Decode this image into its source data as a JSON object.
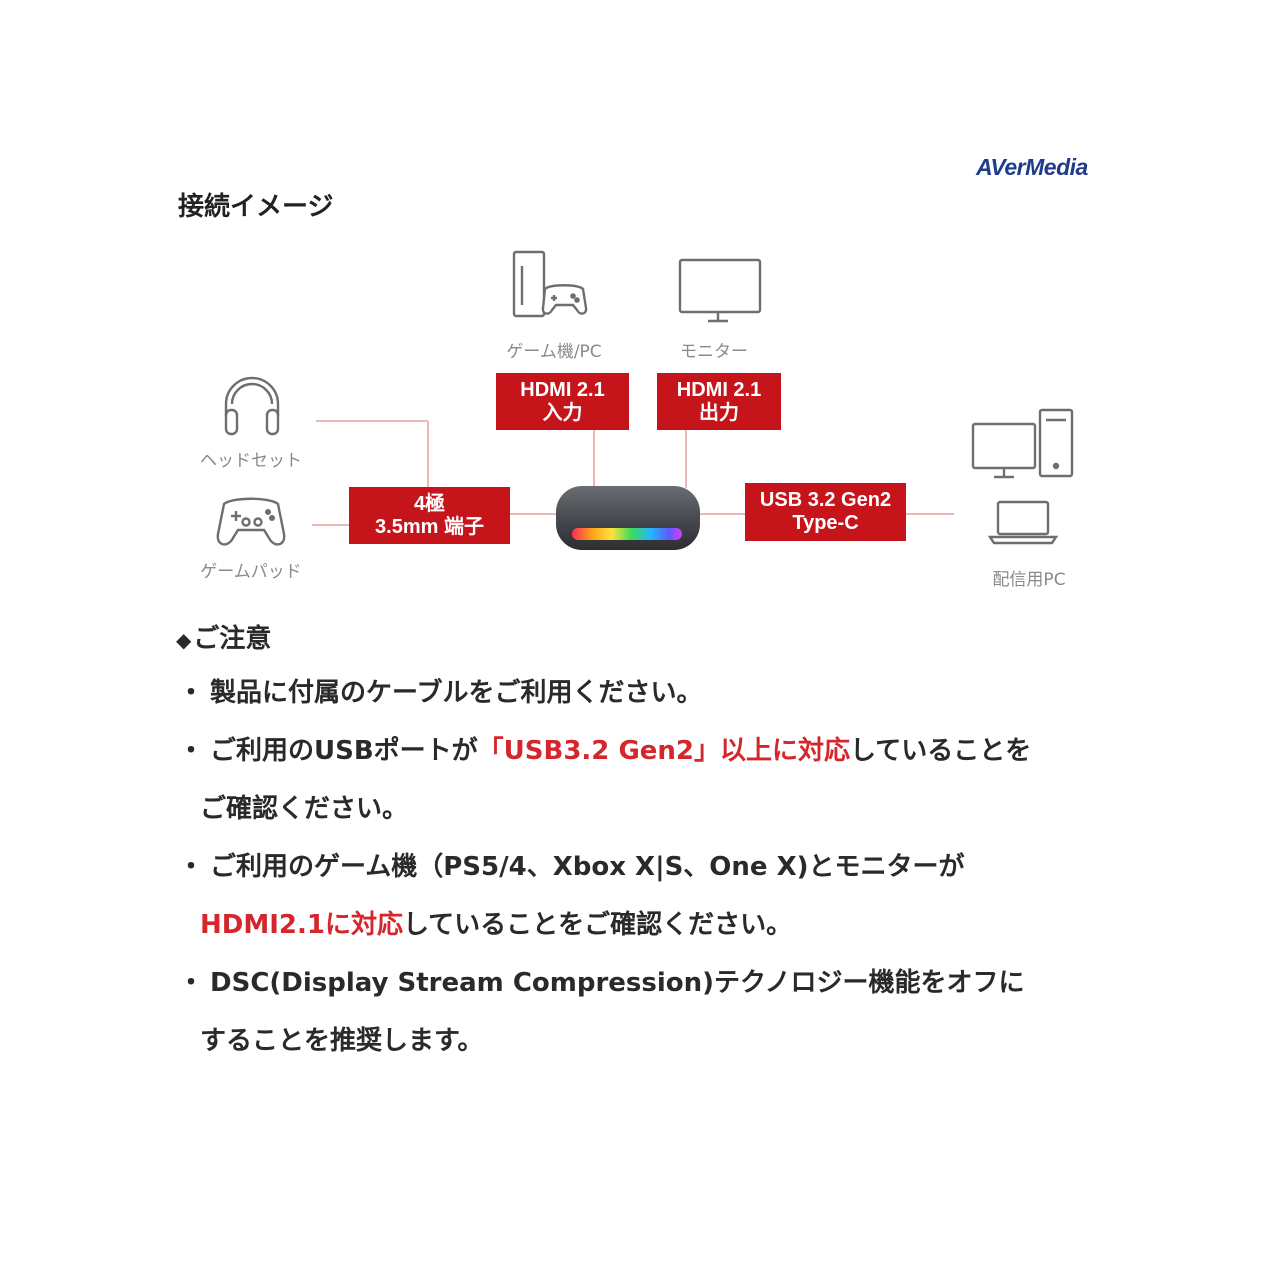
{
  "brand": {
    "logo_text": "AVerMedia"
  },
  "section_title": "接続イメージ",
  "diagram": {
    "devices": {
      "console": {
        "label": "ゲーム機/PC",
        "icon": "console-pc-icon"
      },
      "monitor": {
        "label": "モニター",
        "icon": "monitor-icon"
      },
      "headset": {
        "label": "ヘッドセット",
        "icon": "headset-icon"
      },
      "gamepad": {
        "label": "ゲームパッド",
        "icon": "gamepad-icon"
      },
      "stream_pc": {
        "label": "配信用PC",
        "icon": "desktop-laptop-icon"
      },
      "capture": {
        "icon": "capture-device-icon"
      }
    },
    "ports": {
      "hdmi_in": {
        "line1": "HDMI 2.1",
        "line2": "入力"
      },
      "hdmi_out": {
        "line1": "HDMI 2.1",
        "line2": "出力"
      },
      "audio": {
        "line1": "4極",
        "line2": "3.5mm 端子"
      },
      "usb": {
        "line1": "USB 3.2 Gen2",
        "line2": "Type-C"
      }
    },
    "colors": {
      "port_box": "#c6141b",
      "wire": "#e9b8b8",
      "icon": "#6e6e6e"
    }
  },
  "notes": {
    "heading_mark": "◆",
    "heading": "ご注意",
    "bullet": "・",
    "items": [
      {
        "l1": "製品に付属のケーブルをご利用ください。"
      },
      {
        "l1a": "ご利用のUSBポートが",
        "l1hl": "「USB3.2 Gen2」以上に対応",
        "l1b": "していることを",
        "l2": "ご確認ください。"
      },
      {
        "l1": "ご利用のゲーム機（PS5/4、Xbox X|S、One X)とモニターが",
        "l2hl": "HDMI2.1に対応",
        "l2b": "していることをご確認ください。"
      },
      {
        "l1": "DSC(Display Stream Compression)テクノロジー機能をオフに",
        "l2": "することを推奨します。"
      }
    ],
    "highlight_color": "#d4262c"
  }
}
